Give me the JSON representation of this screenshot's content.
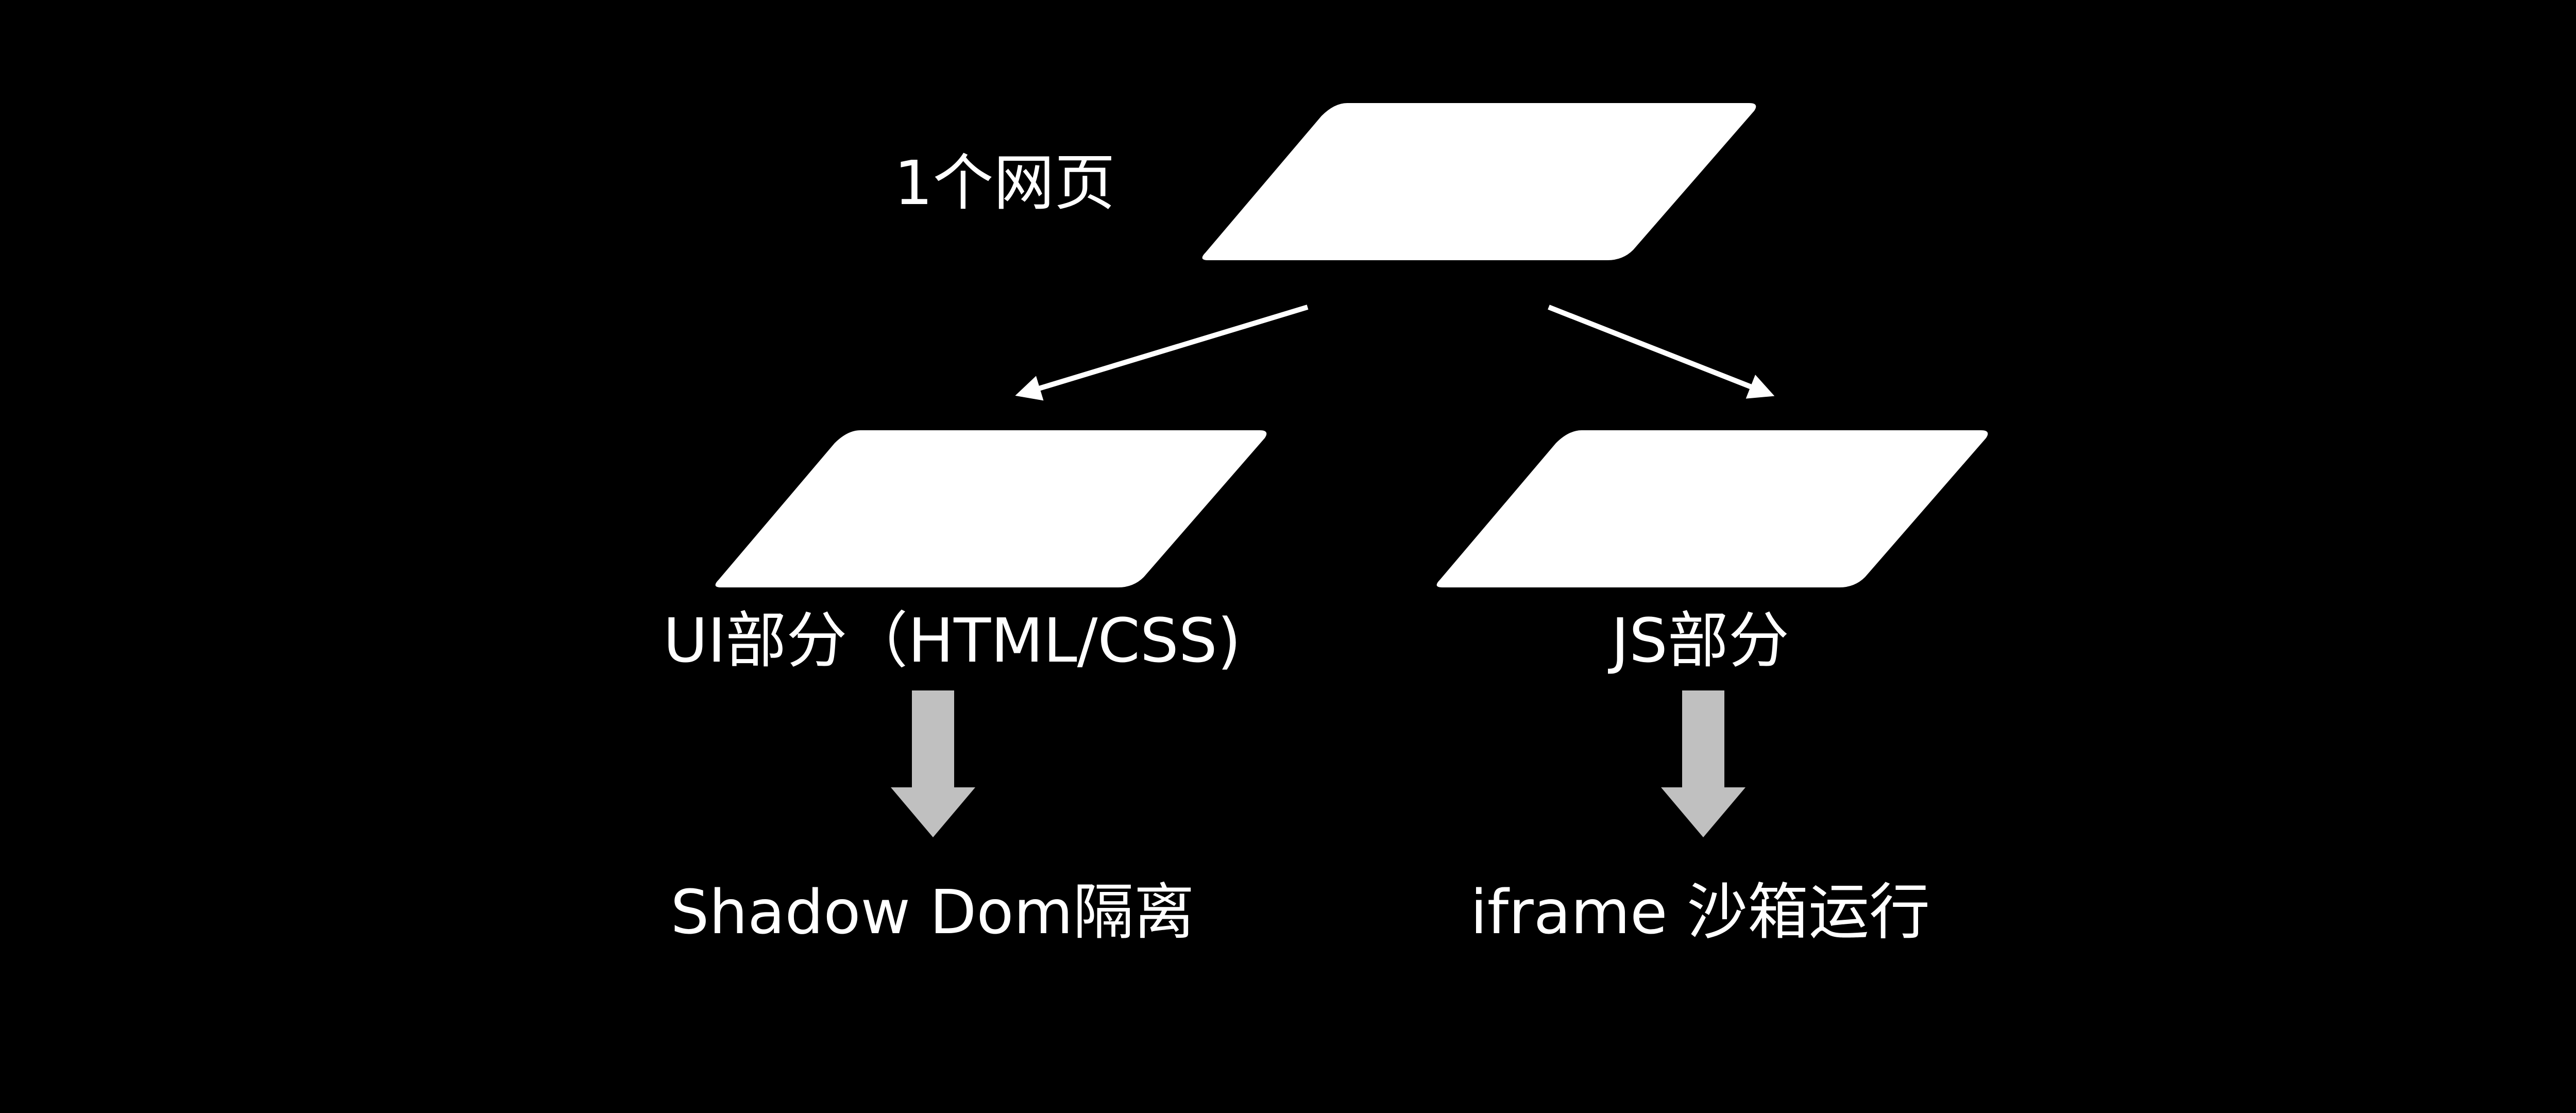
{
  "colors": {
    "background": "#000000",
    "node_fill": "#ffffff",
    "connector": "#ffffff",
    "flow_arrow": "#c0c0c0",
    "text": "#ffffff"
  },
  "nodes": {
    "root": {
      "label": "1个网页"
    },
    "ui": {
      "label": "UI部分（HTML/CSS)"
    },
    "js": {
      "label": "JS部分"
    }
  },
  "outcomes": {
    "ui": {
      "label": "Shadow Dom隔离"
    },
    "js": {
      "label": "iframe 沙箱运行"
    }
  }
}
